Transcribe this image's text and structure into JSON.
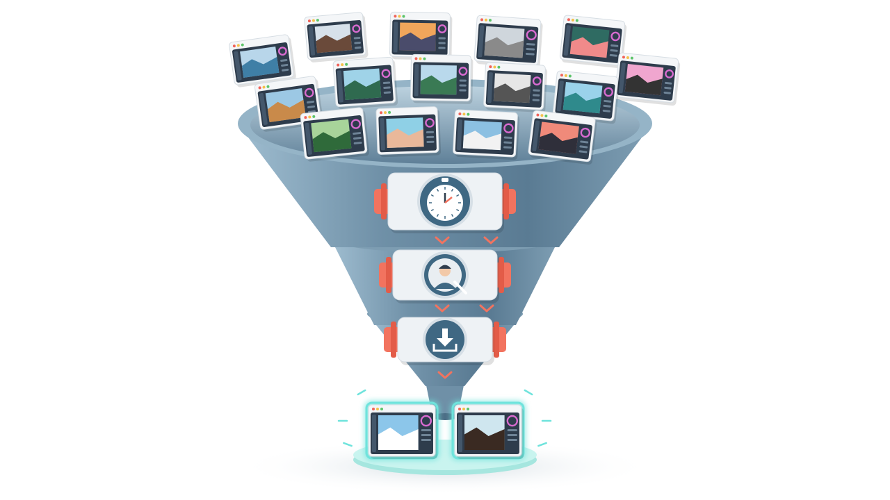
{
  "colors": {
    "funnel_body": "#5e7f96",
    "funnel_dark": "#4a6a82",
    "funnel_light": "#8fb0c4",
    "funnel_rim": "#a9c3d3",
    "clip": "#f2735f",
    "module_face": "#eef2f5",
    "icon_circle": "#3f6883",
    "glow": "#6fe3dc",
    "base": "#bff1ec"
  },
  "input_windows": [
    {
      "thumb": "lake-mountains",
      "sky": "#b8d6ea",
      "ground": "#3f7fa6"
    },
    {
      "thumb": "woman-portrait",
      "sky": "#d7e1ea",
      "ground": "#6a4a3a"
    },
    {
      "thumb": "sunset-coast",
      "sky": "#f1a65b",
      "ground": "#4a4c6b"
    },
    {
      "thumb": "cat-portrait",
      "sky": "#cfd6dc",
      "ground": "#8a8a8a"
    },
    {
      "thumb": "pink-flower",
      "sky": "#2f6b62",
      "ground": "#f08a8a"
    },
    {
      "thumb": "pink-portrait",
      "sky": "#f0a6cf",
      "ground": "#333333"
    },
    {
      "thumb": "river-forest",
      "sky": "#9fd3e8",
      "ground": "#2f6a4f"
    },
    {
      "thumb": "green-valley",
      "sky": "#b9d9ec",
      "ground": "#3a7a54"
    },
    {
      "thumb": "bw-child",
      "sky": "#e6e6e6",
      "ground": "#555555"
    },
    {
      "thumb": "palm-beach",
      "sky": "#9ad2ea",
      "ground": "#2f8a8c"
    },
    {
      "thumb": "desert-dunes",
      "sky": "#9cc8e4",
      "ground": "#c98a4a"
    },
    {
      "thumb": "leafy-plant",
      "sky": "#a8d49a",
      "ground": "#2f6a3a"
    },
    {
      "thumb": "seaside-cliffs",
      "sky": "#8fd0e6",
      "ground": "#e9b89a"
    },
    {
      "thumb": "white-village",
      "sky": "#8cc0e2",
      "ground": "#f2f2f2"
    },
    {
      "thumb": "man-portrait",
      "sky": "#f08a7a",
      "ground": "#2f2f3a"
    }
  ],
  "stages": [
    {
      "icon": "stopwatch-icon"
    },
    {
      "icon": "face-search-icon"
    },
    {
      "icon": "download-icon"
    }
  ],
  "output_windows": [
    {
      "thumb": "santorini-view",
      "sky": "#8cc6ea",
      "ground": "#ffffff"
    },
    {
      "thumb": "woman-portrait",
      "sky": "#cfe6ef",
      "ground": "#3a2a22"
    }
  ]
}
